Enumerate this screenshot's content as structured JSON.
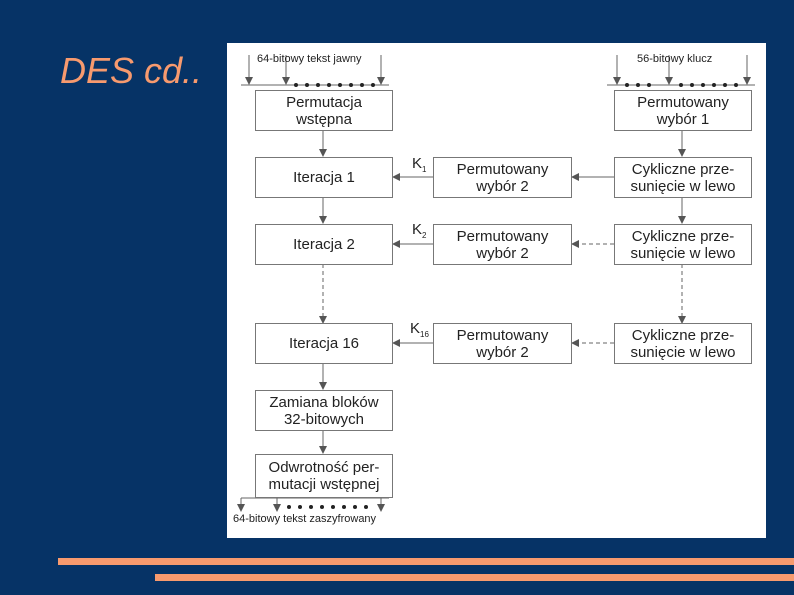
{
  "slide": {
    "title": "DES cd.."
  },
  "diagram": {
    "plaintext_label": "64-bitowy tekst jawny",
    "key_label": "56-bitowy klucz",
    "ciphertext_label": "64-bitowy tekst zaszyfrowany",
    "initial_permutation": "Permutacja\nwstępna",
    "permuted_choice_1": "Permutowany\nwybór 1",
    "iterations": [
      "Iteracja 1",
      "Iteracja 2",
      "Iteracja 16"
    ],
    "permuted_choice_2": "Permutowany\nwybór 2",
    "left_shift": "Cykliczne prze-\nsunięcie w lewo",
    "subkeys": [
      {
        "letter": "K",
        "index": "1"
      },
      {
        "letter": "K",
        "index": "2"
      },
      {
        "letter": "K",
        "index": "16"
      }
    ],
    "swap": "Zamiana bloków\n32-bitowych",
    "inverse_permutation": "Odwrotność per-\nmutacji wstępnej"
  },
  "colors": {
    "background": "#063366",
    "accent": "#f79a6e",
    "panel": "#ffffff",
    "line": "#777777"
  }
}
